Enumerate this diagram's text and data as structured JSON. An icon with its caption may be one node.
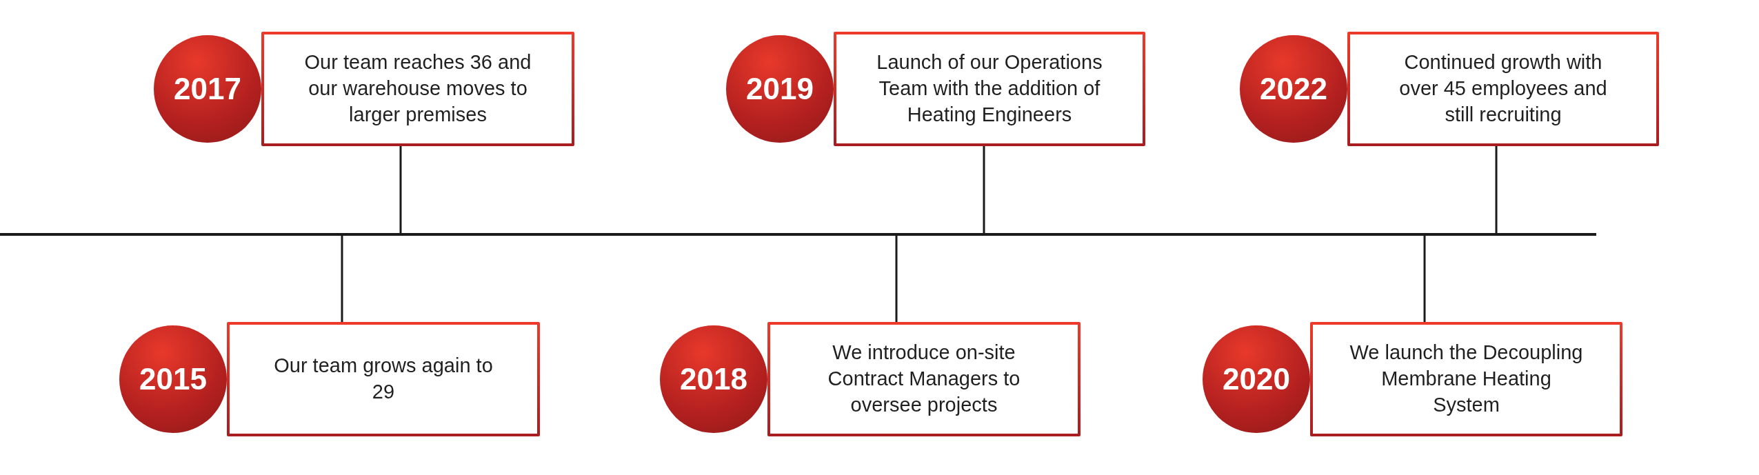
{
  "diagram": {
    "nodes": [
      {
        "text": [
          "2015"
        ]
      },
      {
        "text": [
          "Our team grows again to 29"
        ]
      },
      {
        "text": [
          "2017"
        ]
      },
      {
        "text": [
          "Our team reaches 36 and our warehouse moves to larger premises"
        ]
      },
      {
        "text": [
          "2018"
        ]
      },
      {
        "text": [
          "We introduce on-site Contract Managers to oversee projects"
        ]
      },
      {
        "text": [
          "2019"
        ]
      },
      {
        "text": [
          "Launch of our Operations Team with the addition of Heating Engineers"
        ]
      },
      {
        "text": [
          "2020"
        ]
      },
      {
        "text": [
          "We launch the Decoupling Membrane Heating System"
        ]
      },
      {
        "text": [
          "2022"
        ]
      },
      {
        "text": [
          "Continued growth with over 45 employees and still recruiting"
        ]
      }
    ],
    "edges": [
      {
        "from": 1,
        "to": null,
        "arrow": "none"
      },
      {
        "from": 3,
        "to": null,
        "arrow": "none"
      },
      {
        "from": 5,
        "to": null,
        "arrow": "none"
      },
      {
        "from": 7,
        "to": null,
        "arrow": "none"
      },
      {
        "from": 9,
        "to": null,
        "arrow": "none"
      },
      {
        "from": 11,
        "to": null,
        "arrow": "none"
      }
    ]
  }
}
